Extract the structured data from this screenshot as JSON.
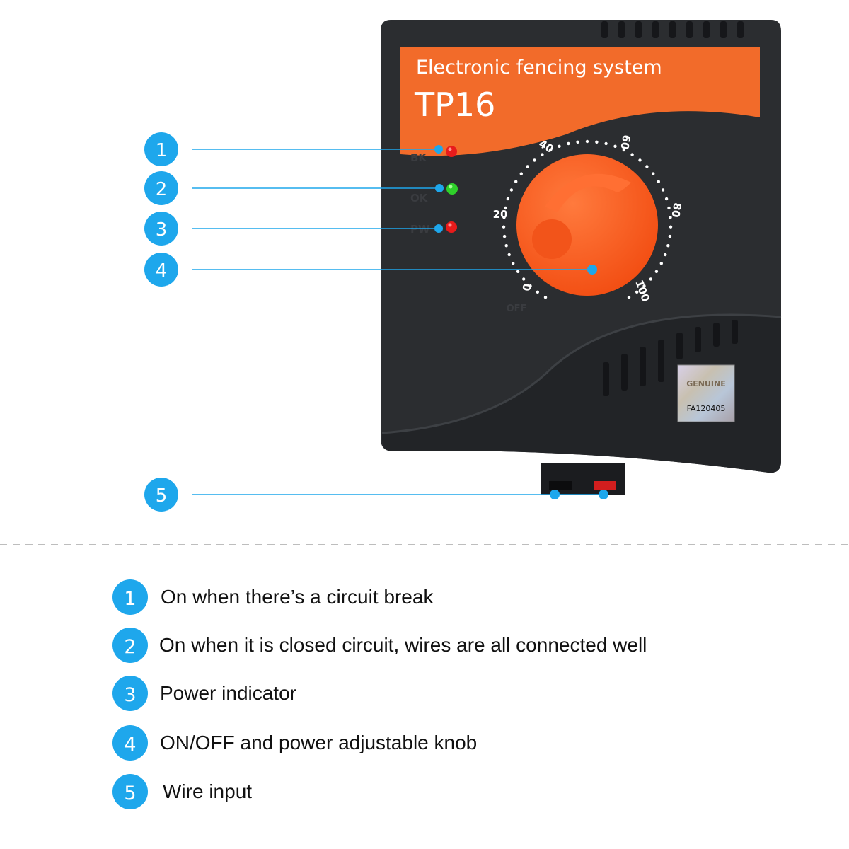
{
  "device": {
    "label_line1": "Electronic fencing system",
    "label_model": "TP16",
    "indicator_labels": [
      "BK",
      "OK",
      "PW"
    ],
    "dial_ticks": [
      "0",
      "20",
      "40",
      "60",
      "80",
      "100"
    ],
    "off_label": "OFF",
    "hologram_code": "FA120405",
    "hologram_text": "GENUINE",
    "colors": {
      "body": "#2b2d30",
      "label_orange": "#f26b2a",
      "knob": "#ff5a1f",
      "led_red": "#e81b1b",
      "led_green": "#2fd02a",
      "callout_blue": "#1ea7ec"
    }
  },
  "callouts": [
    {
      "number": "1",
      "target": "break-indicator-led"
    },
    {
      "number": "2",
      "target": "ok-indicator-led"
    },
    {
      "number": "3",
      "target": "power-indicator-led"
    },
    {
      "number": "4",
      "target": "power-knob"
    },
    {
      "number": "5",
      "target": "wire-terminals"
    }
  ],
  "legend": [
    {
      "number": "1",
      "text": "On when there’s a circuit break"
    },
    {
      "number": "2",
      "text": "On when it is closed circuit, wires are all connected well"
    },
    {
      "number": "3",
      "text": "Power indicator"
    },
    {
      "number": "4",
      "text": "ON/OFF and power adjustable knob"
    },
    {
      "number": "5",
      "text": "Wire input"
    }
  ]
}
